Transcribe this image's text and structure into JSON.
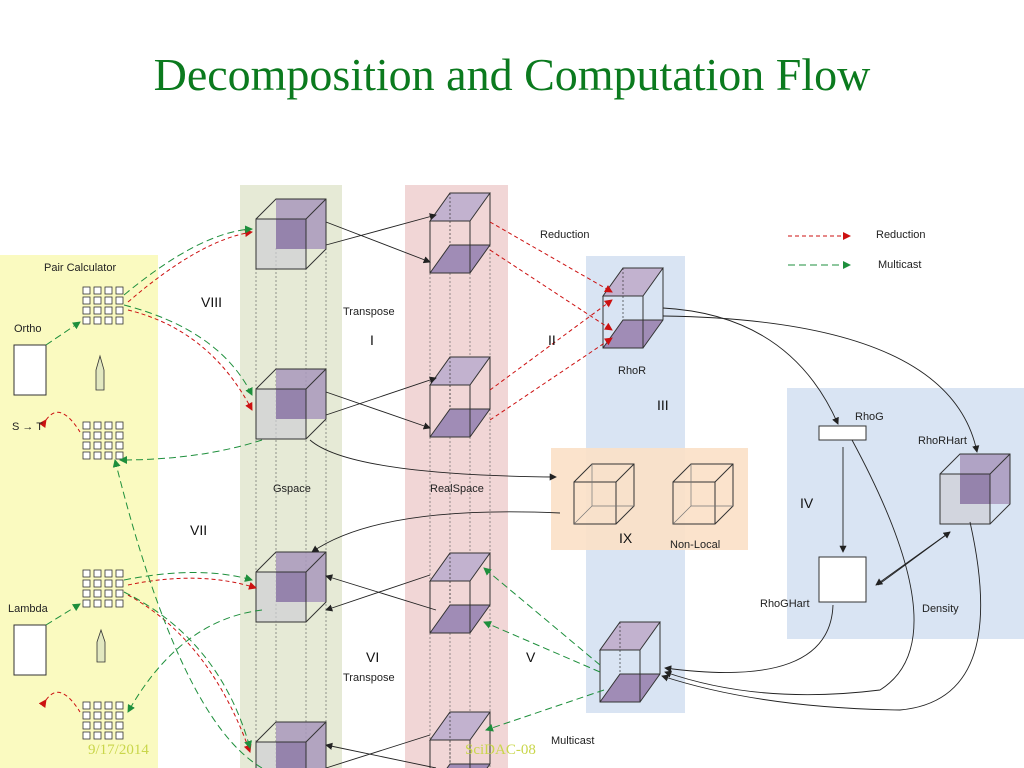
{
  "title": "Decomposition and Computation Flow",
  "legend": {
    "reduction": "Reduction",
    "multicast": "Multicast"
  },
  "labels": {
    "pair_calculator": "Pair Calculator",
    "ortho": "Ortho",
    "s_to_t": "S → T",
    "lambda": "Lambda",
    "gspace": "Gspace",
    "realspace": "RealSpace",
    "transpose_top": "Transpose",
    "transpose_bottom": "Transpose",
    "reduction_mid": "Reduction",
    "rhor": "RhoR",
    "rhog": "RhoG",
    "rhorhart": "RhoRHart",
    "rhoghart": "RhoGHart",
    "density": "Density",
    "nonlocal": "Non-Local",
    "multicast_bottom": "Multicast"
  },
  "roman": {
    "i": "I",
    "ii": "II",
    "iii": "III",
    "iv": "IV",
    "v": "V",
    "vi": "VI",
    "vii": "VII",
    "viii": "VIII",
    "ix": "IX"
  },
  "footer": {
    "date": "9/17/2014",
    "event": "SciDAC-08"
  },
  "colors": {
    "title": "#0b7a1e",
    "reduction": "#cc1111",
    "multicast": "#1e8f3c",
    "yellow_band": "#fafac0",
    "gspace_band": "#e6ead6",
    "realspace_band": "#f1d6d6",
    "blue_panel": "#d9e4f3",
    "orange_panel": "#fbe0c6",
    "cube_face": "#a898bc"
  }
}
